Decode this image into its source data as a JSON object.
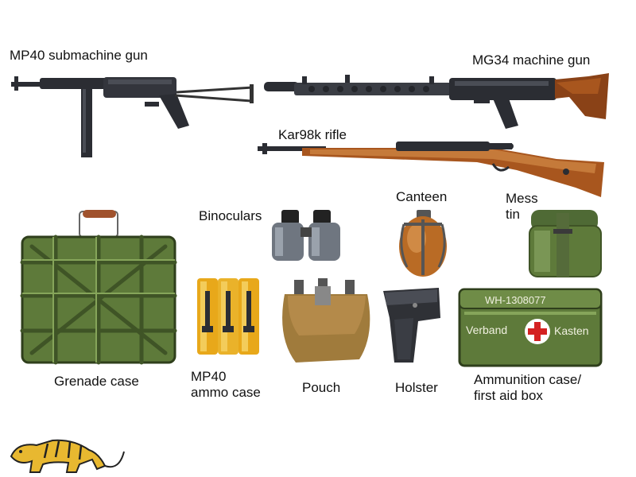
{
  "labels": {
    "mp40": "MP40 submachine gun",
    "mg34": "MG34 machine gun",
    "kar98k": "Kar98k rifle",
    "binoculars": "Binoculars",
    "canteen": "Canteen",
    "mess_line1": "Mess",
    "mess_line2": "tin",
    "grenade_case": "Grenade case",
    "mp40_ammo_line1": "MP40",
    "mp40_ammo_line2": "ammo case",
    "pouch": "Pouch",
    "holster": "Holster",
    "ammo_case_line1": "Ammunition case/",
    "ammo_case_line2": "first aid box"
  },
  "box_text": {
    "serial": "WH-1308077",
    "left_word": "Verband",
    "right_word": "Kasten"
  },
  "colors": {
    "gun_metal": "#2b2d33",
    "wood": "#a8561e",
    "olive": "#5e7a3a",
    "olive_dark": "#3f5426",
    "yellow": "#e8a81a",
    "canvas": "#a07b3c",
    "red_cross": "#d42222",
    "logo": "#e8b830"
  },
  "icons": [
    "mp40-icon",
    "mg34-icon",
    "kar98k-icon",
    "binoculars-icon",
    "canteen-icon",
    "mess-tin-icon",
    "grenade-case-icon",
    "ammo-pouch-icon",
    "pouch-icon",
    "holster-icon",
    "ammo-case-icon",
    "tiger-logo-icon"
  ]
}
